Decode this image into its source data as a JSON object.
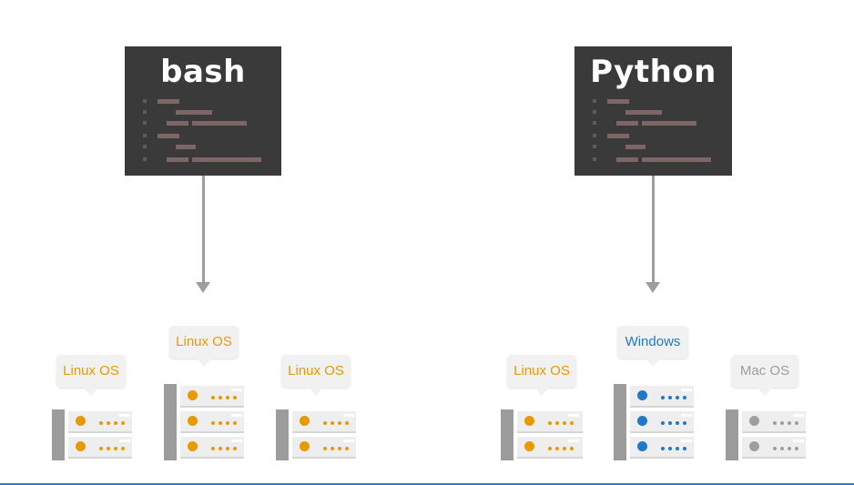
{
  "colors": {
    "linux": "#e69a00",
    "windows": "#1f78c8",
    "mac": "#9e9e9e",
    "code_bg": "#3a3a3a",
    "arrow": "#9e9e9e"
  },
  "bash_block": {
    "title": "bash",
    "os_labels": [
      "Linux OS",
      "Linux OS",
      "Linux OS"
    ]
  },
  "python_block": {
    "title": "Python",
    "os_labels": [
      "Linux OS",
      "Windows",
      "Mac OS"
    ]
  }
}
